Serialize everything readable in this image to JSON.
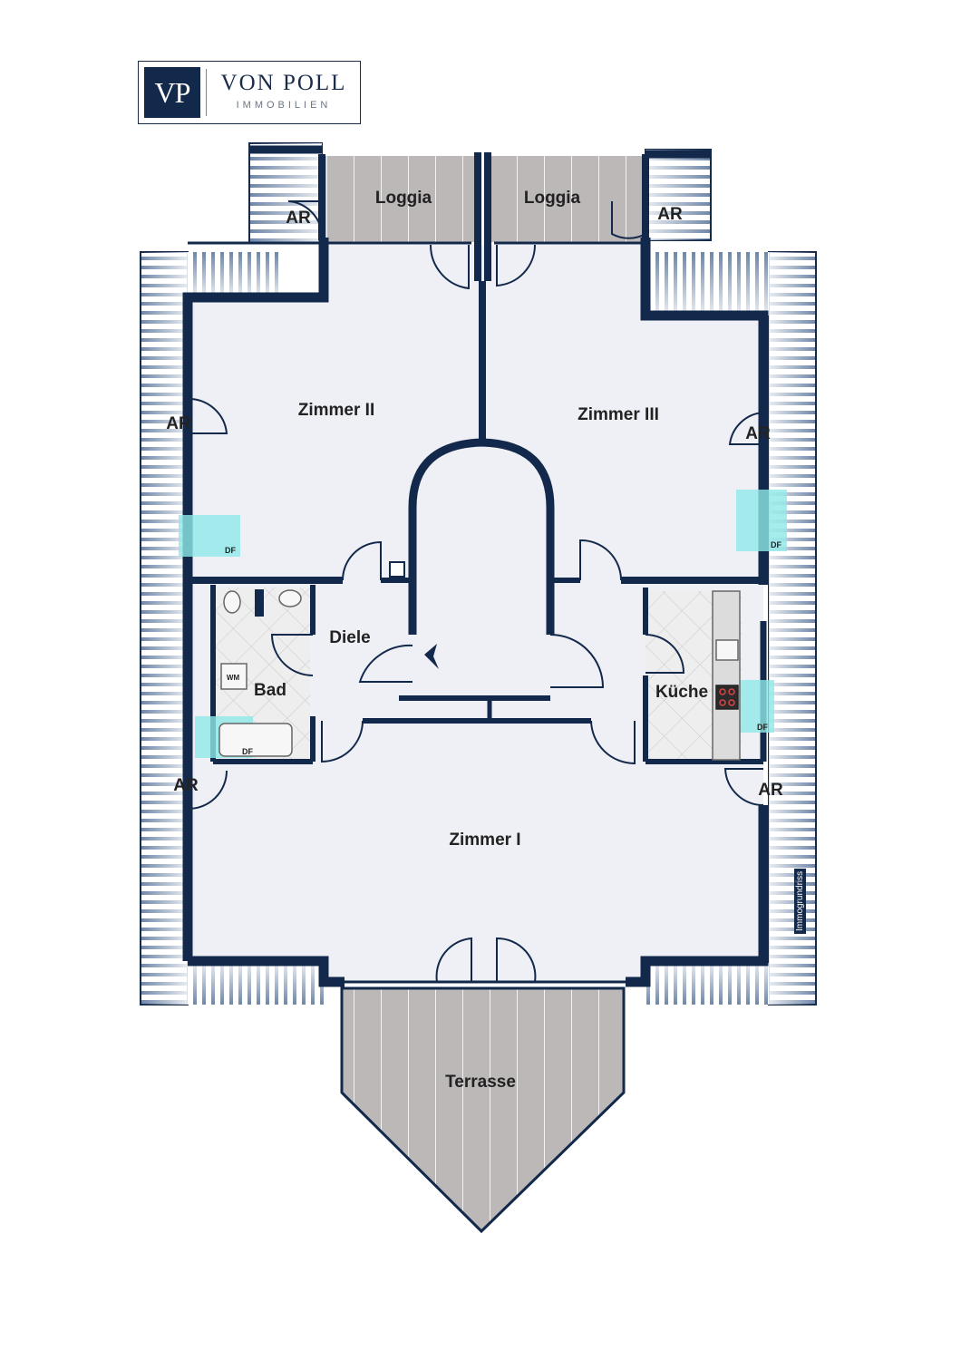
{
  "logo": {
    "monogram": "VP",
    "name": "VON POLL",
    "subtitle": "IMMOBILIEN"
  },
  "rooms": {
    "loggia_left": "Loggia",
    "loggia_right": "Loggia",
    "zimmer_2": "Zimmer II",
    "zimmer_3": "Zimmer III",
    "zimmer_1": "Zimmer I",
    "diele": "Diele",
    "bad": "Bad",
    "kueche": "Küche",
    "terrasse": "Terrasse"
  },
  "labels": {
    "ar": "AR",
    "df": "DF",
    "wm": "WM",
    "credit": "Immogrundriss"
  },
  "colors": {
    "wall": "#13294b",
    "floor": "#eff0f5",
    "deck": "#b9b5b5",
    "window": "#8fe8e8"
  }
}
